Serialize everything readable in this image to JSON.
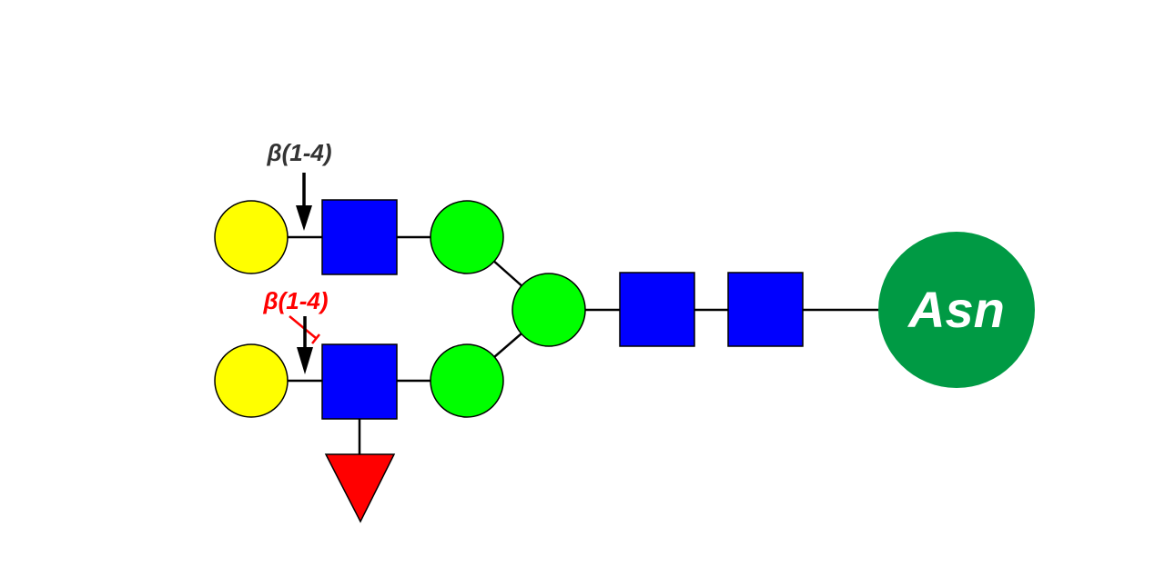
{
  "diagram": {
    "top_linkage_label": "β(1-4)",
    "bottom_linkage_label": "β(1-4)",
    "asn_label": "Asn"
  },
  "colors": {
    "galactose": "#ffff00",
    "glcnac": "#0000ff",
    "mannose": "#00ff00",
    "fucose": "#ff0000",
    "asn": "#009a44",
    "top_label": "#333333",
    "bottom_label": "#ff0000",
    "asn_text": "#ffffff",
    "outline": "#000000"
  },
  "residues": [
    {
      "id": "gal-top",
      "type": "galactose",
      "shape": "circle"
    },
    {
      "id": "glcnac-top",
      "type": "glcnac",
      "shape": "square"
    },
    {
      "id": "man-top",
      "type": "mannose",
      "shape": "circle"
    },
    {
      "id": "gal-bottom",
      "type": "galactose",
      "shape": "circle"
    },
    {
      "id": "glcnac-bottom",
      "type": "glcnac",
      "shape": "square"
    },
    {
      "id": "man-bottom",
      "type": "mannose",
      "shape": "circle"
    },
    {
      "id": "man-core",
      "type": "mannose",
      "shape": "circle"
    },
    {
      "id": "glcnac-core-1",
      "type": "glcnac",
      "shape": "square"
    },
    {
      "id": "glcnac-core-2",
      "type": "glcnac",
      "shape": "square"
    },
    {
      "id": "fucose",
      "type": "fucose",
      "shape": "triangle"
    },
    {
      "id": "asn",
      "type": "asn",
      "shape": "circle"
    }
  ]
}
